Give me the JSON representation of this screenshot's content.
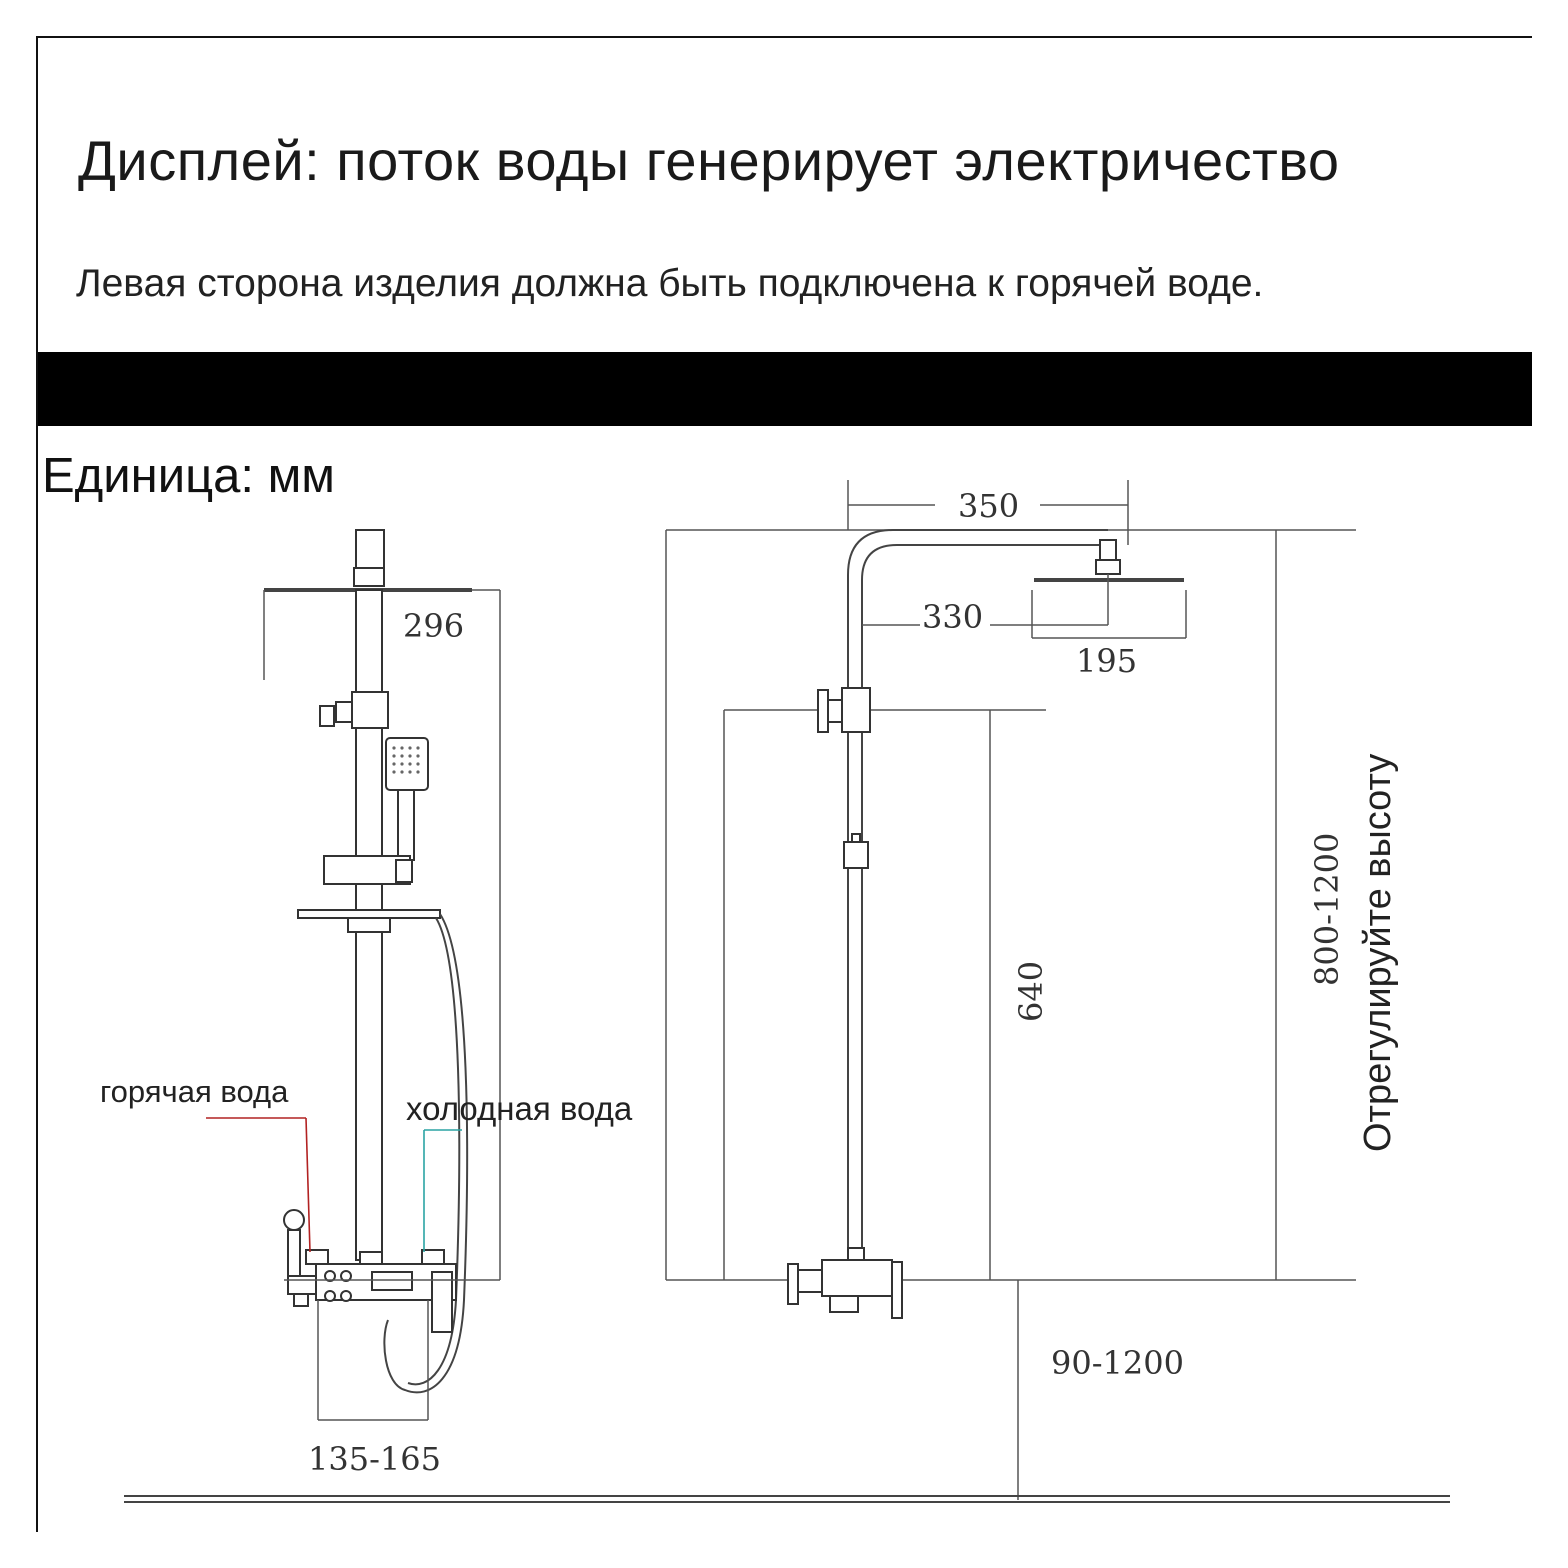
{
  "header": {
    "title": "Дисплей: поток воды генерирует электричество",
    "note": "Левая сторона изделия должна быть подключена к горячей воде."
  },
  "unit_label": "Единица: мм",
  "dimensions": {
    "shower_head_left": "296",
    "mixer_spacing": "135-165",
    "arm_outer": "350",
    "arm_inner": "330",
    "head_diameter": "195",
    "bar_height": "640",
    "adjust_height": "800-1200",
    "floor_height": "90-1200"
  },
  "labels": {
    "hot_water": "горячая вода",
    "cold_water": "холодная вода",
    "adjust_text": "Отрегулируйте высоту"
  },
  "colors": {
    "hot_line": "#b22222",
    "cold_line": "#2aa3a3",
    "band": "#000000"
  }
}
